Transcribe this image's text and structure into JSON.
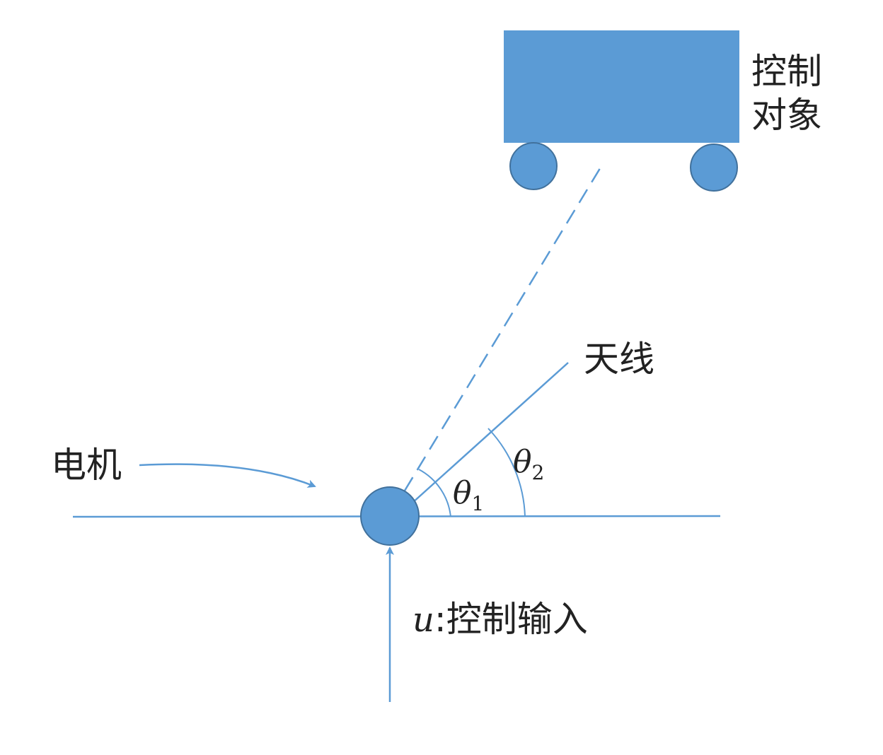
{
  "labels": {
    "object_line1": "控制",
    "object_line2": "对象",
    "antenna": "天线",
    "motor": "电机",
    "theta1": "θ",
    "theta1_sub": "1",
    "theta2": "θ",
    "theta2_sub": "2",
    "input_var": "u",
    "input_text": ":控制输入"
  },
  "colors": {
    "fill": "#5b9bd5",
    "stroke": "#41719c",
    "line": "#5b9bd5"
  }
}
